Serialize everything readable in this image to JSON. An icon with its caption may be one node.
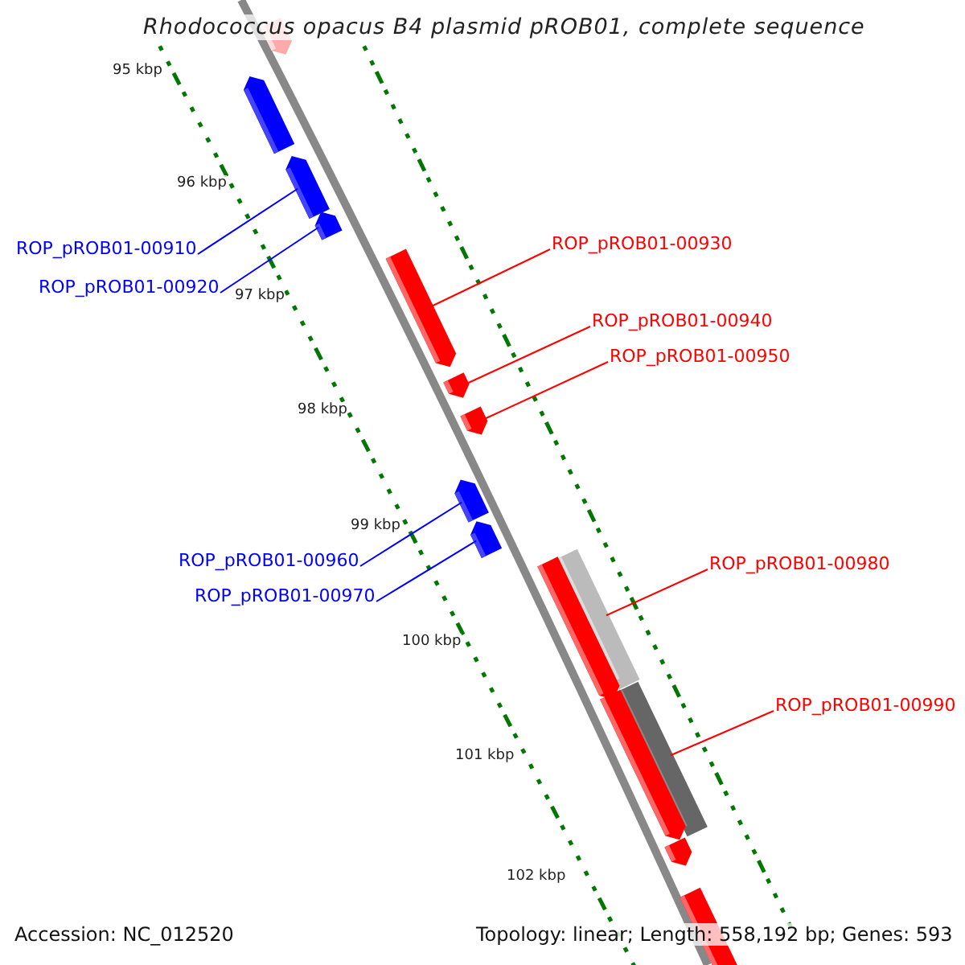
{
  "diagram": {
    "title": "Rhodococcus opacus B4 plasmid pROB01, complete sequence",
    "nodes": [
      {
        "text": [
          "ROP_pROB01-00910"
        ]
      },
      {
        "text": [
          "ROP_pROB01-00920"
        ]
      },
      {
        "text": [
          "ROP_pROB01-00930"
        ]
      },
      {
        "text": [
          "ROP_pROB01-00940"
        ]
      },
      {
        "text": [
          "ROP_pROB01-00950"
        ]
      },
      {
        "text": [
          "ROP_pROB01-00960"
        ]
      },
      {
        "text": [
          "ROP_pROB01-00970"
        ]
      },
      {
        "text": [
          "ROP_pROB01-00980"
        ]
      },
      {
        "text": [
          "ROP_pROB01-00990"
        ]
      },
      {
        "text": [],
        "shape": "bar"
      },
      {
        "text": [],
        "shape": "bar"
      },
      {
        "text": [],
        "shape": "bar"
      },
      {
        "text": [],
        "shape": "bar"
      },
      {
        "text": [],
        "shape": "bar"
      },
      {
        "text": [],
        "shape": "bar"
      },
      {
        "text": [],
        "shape": "bar"
      },
      {
        "text": [],
        "shape": "bar"
      },
      {
        "text": [],
        "shape": "bar"
      },
      {
        "text": [],
        "shape": "bar"
      },
      {
        "text": [],
        "shape": "bar"
      },
      {
        "text": [],
        "shape": "bar"
      },
      {
        "text": [],
        "shape": "bar"
      },
      {
        "text": [],
        "shape": "bar"
      },
      {
        "text": [],
        "shape": "bar"
      }
    ],
    "edges": [
      {
        "from": 0,
        "to": 11,
        "arrow": "none",
        "color": "#0000ff"
      },
      {
        "from": 1,
        "to": 12,
        "arrow": "none",
        "color": "#0000ff"
      },
      {
        "from": 2,
        "to": 13,
        "arrow": "none"
      },
      {
        "from": 3,
        "to": 14,
        "arrow": "none"
      },
      {
        "from": 4,
        "to": 15,
        "arrow": "none"
      },
      {
        "from": 5,
        "to": 16,
        "arrow": "none",
        "color": "#0000ff"
      },
      {
        "from": 6,
        "to": 17,
        "arrow": "none",
        "color": "#0000ff"
      },
      {
        "from": 7,
        "to": 18,
        "arrow": "none"
      },
      {
        "from": 8,
        "to": 20,
        "arrow": "none"
      }
    ],
    "labels": [
      "95 kbp",
      "96 kbp",
      "97 kbp",
      "98 kbp",
      "99 kbp",
      "100 kbp",
      "101 kbp",
      "102 kbp",
      "Accession: NC_012520",
      "Topology: linear; Length: 558,192 bp; Genes: 593"
    ]
  }
}
